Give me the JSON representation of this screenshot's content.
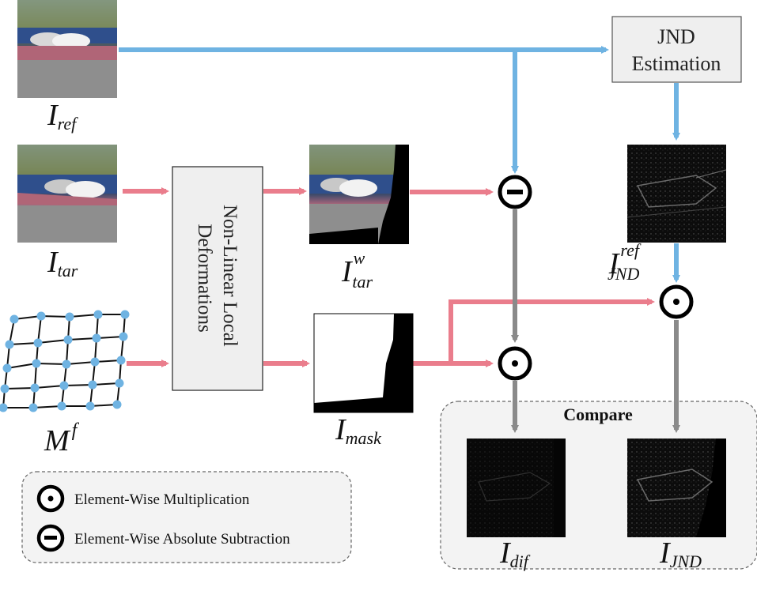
{
  "colors": {
    "blue_arrow": "#6fb3e2",
    "pink_arrow": "#ea7d8c",
    "gray_arrow": "#8a8a8a",
    "box_fill": "#efefef",
    "panel_fill": "#f3f3f3",
    "grid_dot": "#6fb3e2"
  },
  "images": {
    "ref": {
      "label_main": "I",
      "label_sub": "ref"
    },
    "tar": {
      "label_main": "I",
      "label_sub": "tar"
    },
    "tar_warped": {
      "label_main": "I",
      "label_sub": "tar",
      "label_sup": "w"
    },
    "mask": {
      "label_main": "I",
      "label_sub": "mask"
    },
    "jnd_ref": {
      "label_main": "I",
      "label_sub": "JND",
      "label_sup": "ref"
    },
    "dif": {
      "label_main": "I",
      "label_sub": "dif"
    },
    "jnd": {
      "label_main": "I",
      "label_sub": "JND"
    },
    "flow": {
      "label_main": "M",
      "label_sup": "f"
    }
  },
  "boxes": {
    "deform": {
      "line1": "Non-Linear Local",
      "line2": "Deformations"
    },
    "jnd": {
      "line1": "JND",
      "line2": "Estimation"
    }
  },
  "compare": {
    "title": "Compare"
  },
  "legend": {
    "mult_label": "Element-Wise Multiplication",
    "sub_label": "Element-Wise Absolute Subtraction"
  }
}
